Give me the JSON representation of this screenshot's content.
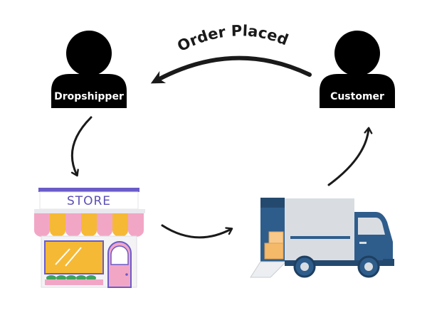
{
  "nodes": {
    "dropshipper": {
      "label": "Dropshipper"
    },
    "customer": {
      "label": "Customer"
    },
    "store": {
      "sign": "STORE"
    },
    "truck": {}
  },
  "edges": {
    "customer_to_dropshipper": {
      "label": "Order Placed"
    }
  },
  "colors": {
    "person": "#000000",
    "arrow": "#1a1a1a",
    "store_sign_text": "#5b4fb3",
    "store_roof": "#6a5cc8",
    "awning_pink": "#f2a6c6",
    "awning_yellow": "#f5b935",
    "window_yellow": "#f5b935",
    "door_pink": "#f2a6c6",
    "truck_body": "#d9dde2",
    "truck_cab": "#2e5d8c",
    "box_orange": "#f5b96a"
  },
  "icons": [
    "person-icon",
    "store-icon",
    "delivery-truck-icon",
    "curved-arrow-icon"
  ]
}
